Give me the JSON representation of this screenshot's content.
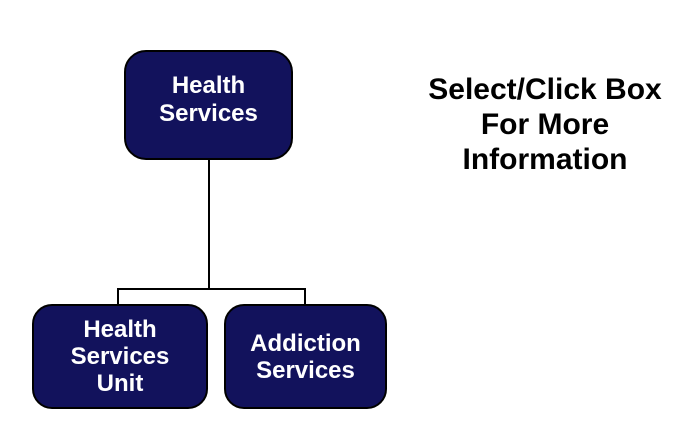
{
  "instruction": {
    "text": "Select/Click Box\nFor More\nInformation"
  },
  "org_chart": {
    "root": {
      "label": "Health\nServices"
    },
    "children": [
      {
        "label": "Health\nServices\nUnit"
      },
      {
        "label": "Addiction\nServices"
      }
    ]
  },
  "colors": {
    "background": "#ffffff",
    "box_fill": "#12125C",
    "box_border": "#000000",
    "box_text": "#ffffff",
    "line": "#000000",
    "instruction_text": "#000000"
  }
}
